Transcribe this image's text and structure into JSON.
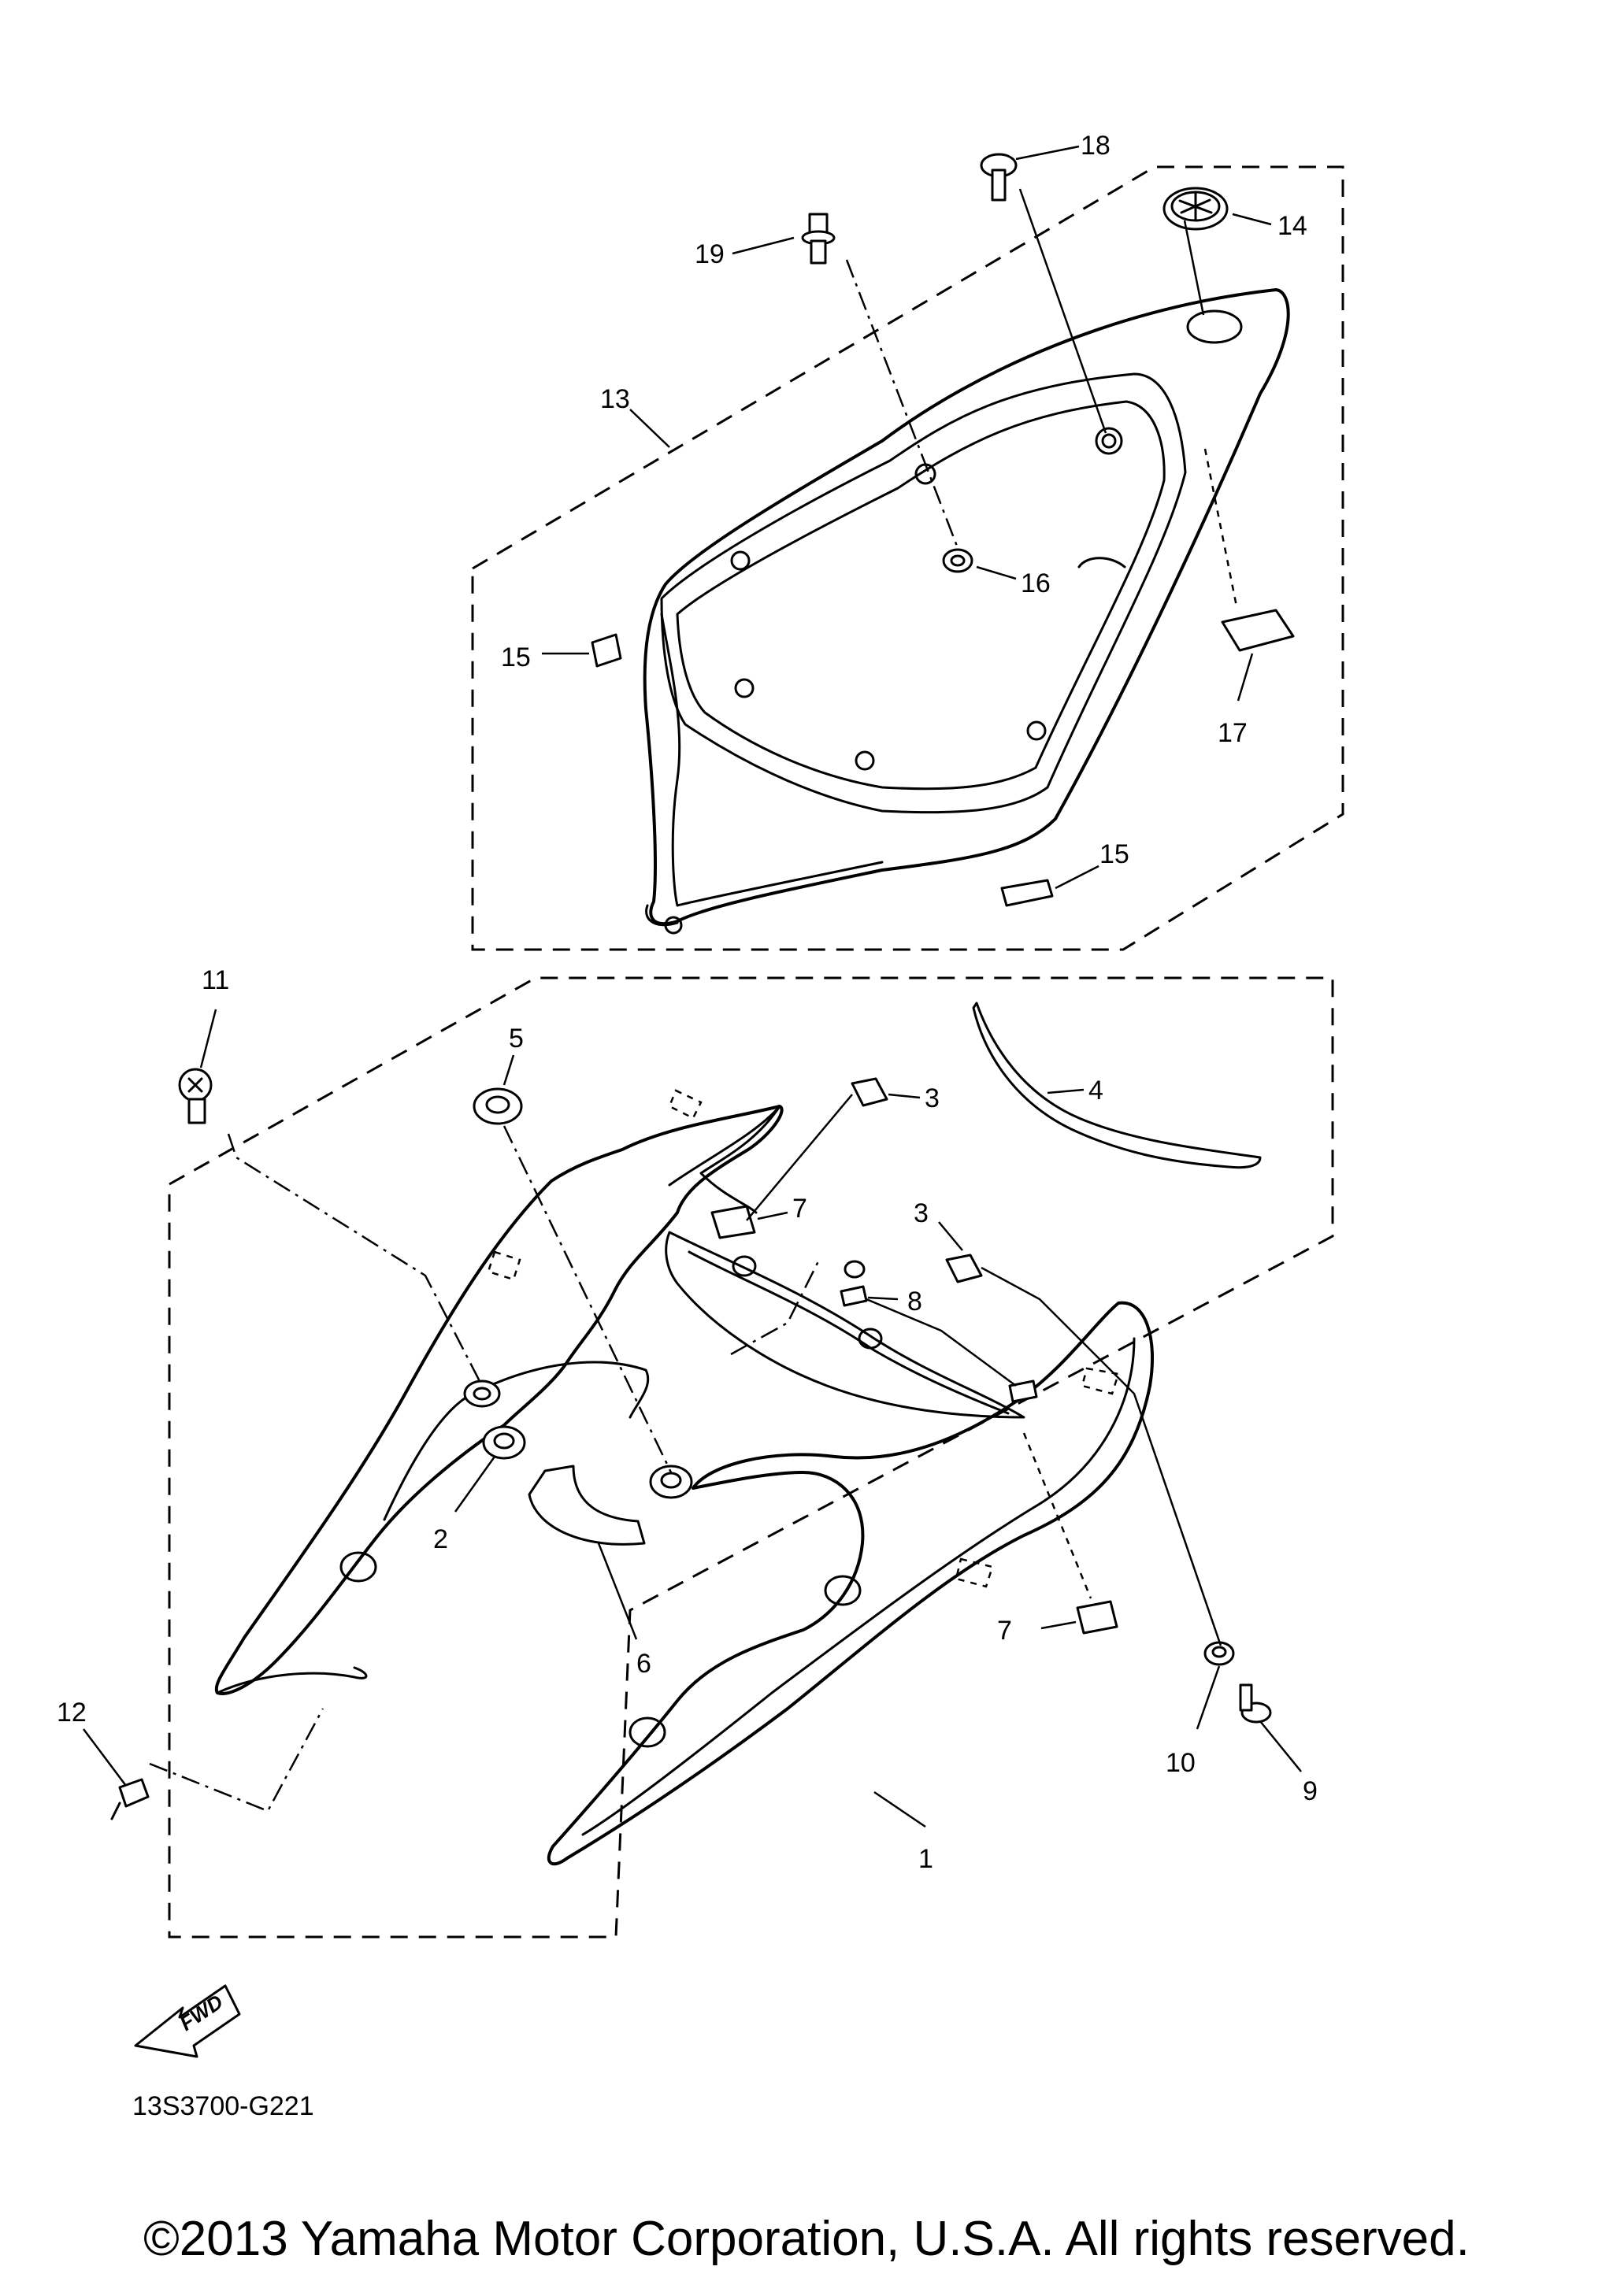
{
  "callouts": {
    "c1": "1",
    "c2": "2",
    "c3a": "3",
    "c3b": "3",
    "c4": "4",
    "c5": "5",
    "c6": "6",
    "c7a": "7",
    "c7b": "7",
    "c8": "8",
    "c9": "9",
    "c10": "10",
    "c11": "11",
    "c12": "12",
    "c13": "13",
    "c14": "14",
    "c15a": "15",
    "c15b": "15",
    "c16": "16",
    "c17": "17",
    "c18": "18",
    "c19": "19"
  },
  "fwd_label": "FWD",
  "part_code": "13S3700-G221",
  "copyright": "©2013 Yamaha Motor Corporation, U.S.A. All rights reserved.",
  "colors": {
    "ink": "#000000",
    "background": "#ffffff"
  }
}
